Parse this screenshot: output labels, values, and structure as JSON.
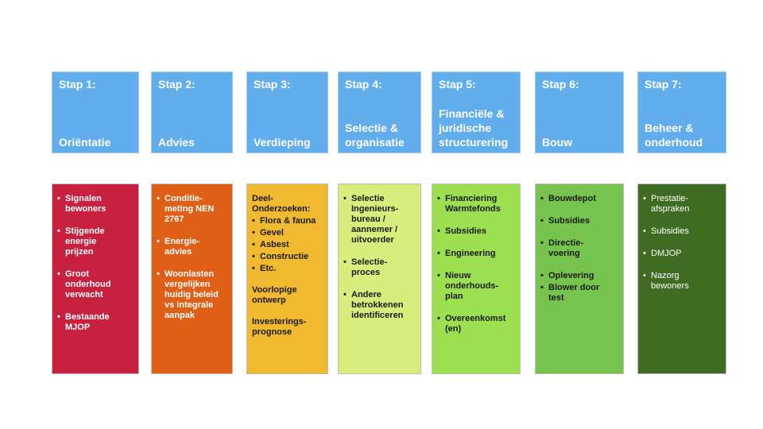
{
  "steps": [
    {
      "step": "Stap 1:",
      "title": "Oriëntatie",
      "items": [
        "Signalen\nbewoners",
        "Stijgende\nenergie\nprijzen",
        "Groot\nonderhoud\nverwacht",
        "Bestaande\nMJOP"
      ]
    },
    {
      "step": "Stap 2:",
      "title": "Advies",
      "items": [
        "Conditie-\nmeting NEN\n2767",
        "Energie-\nadvies",
        "Woonlasten\nvergelijken\nhuidig beleid\nvs integrale\naanpak"
      ]
    },
    {
      "step": "Stap 3:",
      "title": "Verdieping",
      "intro": "Deel-\nOnderzoeken:",
      "subitems": [
        "Flora & fauna",
        "Gevel",
        "Asbest",
        "Constructie",
        "Etc."
      ],
      "notes": [
        "Voorlopige\nontwerp",
        "Investerings-\nprognose"
      ]
    },
    {
      "step": "Stap 4:",
      "title": "Selectie &\norganisatie",
      "items": [
        "Selectie\nIngenieurs-\nbureau /\naannemer /\nuitvoerder",
        "Selectie-\nproces",
        "Andere\nbetrokkenen\nidentificeren"
      ]
    },
    {
      "step": "Stap 5:",
      "title": "Financiële &\njuridische\nstructurering",
      "items": [
        "Financiering\nWarmtefonds",
        "Subsidies",
        "Engineering",
        "Nieuw\nonderhouds-\nplan",
        "Overeenkomst\n(en)"
      ]
    },
    {
      "step": "Stap 6:",
      "title": "Bouw",
      "items": [
        "Bouwdepot",
        "Subsidies",
        "Directie-\nvoering",
        "Oplevering",
        "Blower door\ntest"
      ]
    },
    {
      "step": "Stap 7:",
      "title": "Beheer &\nonderhoud",
      "items": [
        "Prestatie-\nafspraken",
        "Subsidies",
        "DMJOP",
        "Nazorg\nbewoners"
      ]
    }
  ]
}
